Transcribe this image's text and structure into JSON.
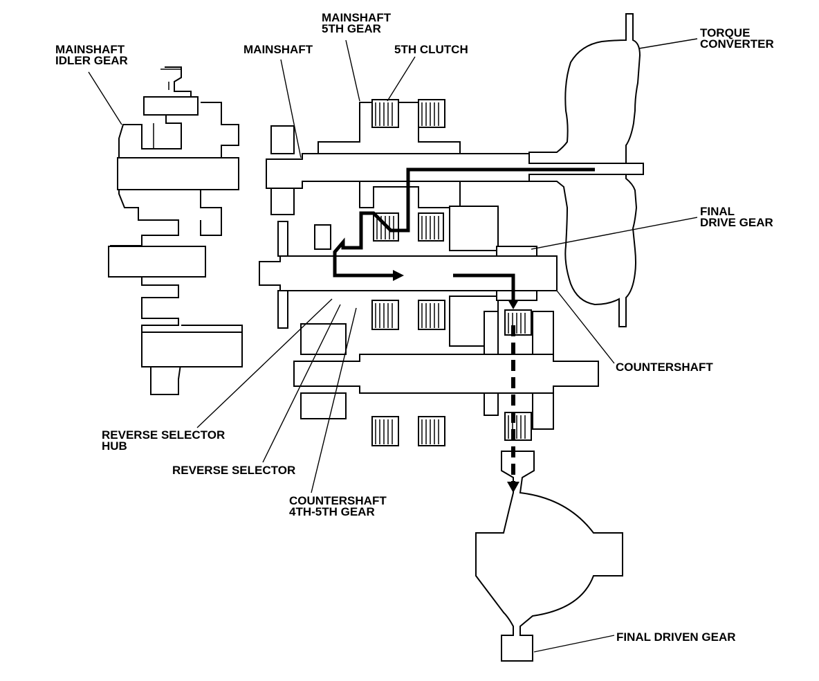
{
  "labels": {
    "mainshaft_idler_gear": [
      "MAINSHAFT",
      "IDLER GEAR"
    ],
    "mainshaft": "MAINSHAFT",
    "mainshaft_5th_gear": [
      "MAINSHAFT",
      "5TH GEAR"
    ],
    "fifth_clutch": "5TH CLUTCH",
    "torque_converter": [
      "TORQUE",
      "CONVERTER"
    ],
    "final_drive_gear": [
      "FINAL",
      "DRIVE GEAR"
    ],
    "countershaft": "COUNTERSHAFT",
    "reverse_selector_hub": [
      "REVERSE SELECTOR",
      "HUB"
    ],
    "reverse_selector": "REVERSE SELECTOR",
    "countershaft_4th_5th_gear": [
      "COUNTERSHAFT",
      "4TH-5TH GEAR"
    ],
    "final_driven_gear": "FINAL DRIVEN GEAR"
  }
}
